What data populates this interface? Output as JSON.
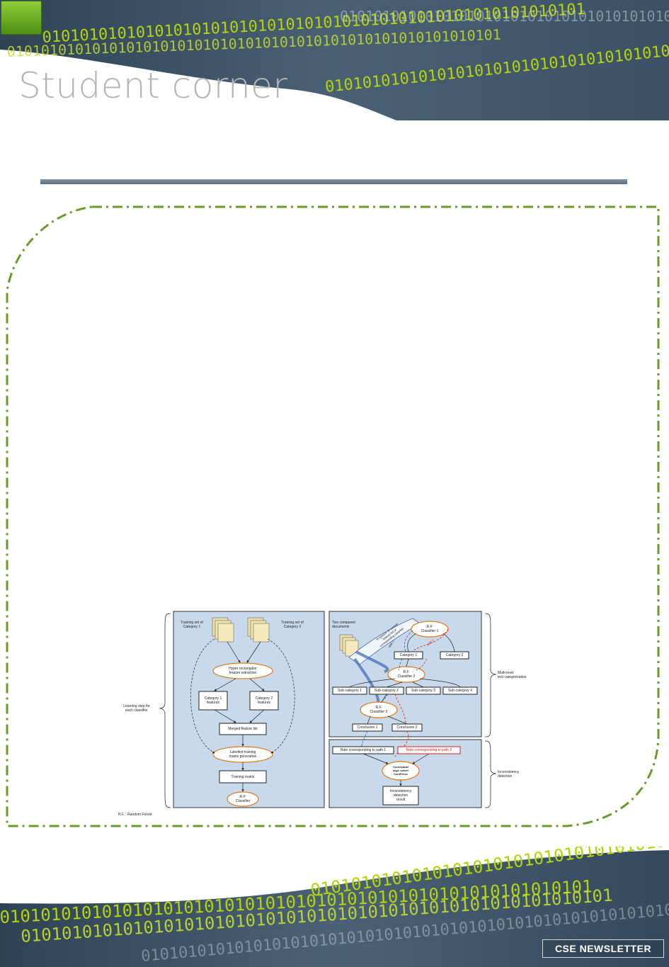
{
  "header": {
    "title": "Student corner",
    "binary_text": "0101010101010101010101010101010101010101010101010101010101"
  },
  "footer": {
    "badge": "CSE NEWSLETTER",
    "binary_text": "0101010101010101010101010101010101010101010101010101010101"
  },
  "colors": {
    "navy": "#3c5165",
    "lime": "#b4d40a",
    "frame_green": "#6a9a2a",
    "panel_blue": "#c9d9ec"
  },
  "diagram": {
    "training_set_1": "Training set of\nCategory 1",
    "training_set_2": "Training set of\nCategory 2",
    "hyper_rect": "Hyper rectangular\nfeature extraction",
    "cat1_features": "Category 1\nfeatures",
    "cat2_features": "Category 2\nfeatures",
    "merged": "Merged feature list",
    "labelled": "Labelled training\nmatrix generation",
    "training_matrix": "Training matrix",
    "rf_classifier": "R.F.\nClassifier",
    "learning_step": "Learning step for\neach classifier",
    "footnote": "R.F. : Random Forest",
    "two_docs": "Two compared\ndocuments",
    "projection": "Projection on sample\nfeature list of\ncorresponding classifier",
    "rf1": "R.F.\nClassifier 1",
    "category1": "Category 1",
    "category2": "Category 2",
    "rf2": "R.F.\nClassifier 2",
    "sub1": "Sub-category 1",
    "sub2": "Sub-category 2",
    "sub3": "Sub-category 3",
    "sub4": "Sub-category 4",
    "rf3": "R.F.\nClassifier 3",
    "conclusion1": "Conclusion 1",
    "conclusion2": "Conclusion 2",
    "multi_level": "Multi-level\ntext categorization",
    "rule1": "Rule corresponding to path 1",
    "rule2": "Rule corresponding to path 2",
    "solver": "Conceptual\nlogic solver\nCoolPress",
    "inconsistency_result": "Inconsistency\ndetection\nresult",
    "inconsistency_detection": "Inconsistency\ndetection",
    "path1": "path 1",
    "path2": "path 2"
  }
}
